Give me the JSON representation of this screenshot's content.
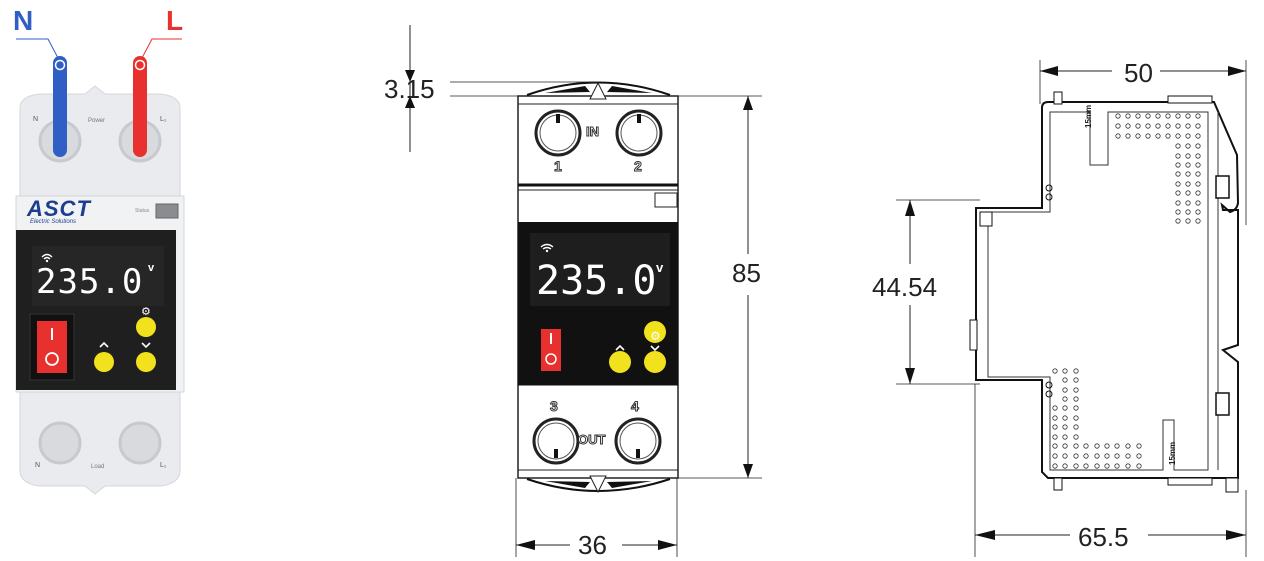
{
  "product_photo": {
    "wire_labels": {
      "neutral": "N",
      "live": "L"
    },
    "colors": {
      "neutral_wire": "#2f5fc4",
      "live_wire": "#e8312e",
      "body": "#eceef0",
      "panel": "#1f1f1f",
      "switch": "#e8312e",
      "button": "#f2e21e",
      "brand": "#1d3d8f"
    },
    "top_terminals": {
      "left": "N",
      "center": "Power",
      "right": "L₁"
    },
    "brand": {
      "name": "ASCT",
      "tagline": "Electric Solutions"
    },
    "status_label": "Status",
    "display": {
      "value": "235.0",
      "unit": "V",
      "wifi_icon": "wifi-icon"
    },
    "switch_labels": {
      "on": "I",
      "off": "O"
    },
    "buttons": {
      "settings": "⚙",
      "up": "^",
      "down": "v"
    },
    "bottom_terminals": {
      "left": "N",
      "center": "Load",
      "right": "L₁"
    }
  },
  "front_drawing": {
    "top_label": "IN",
    "terminal_numbers_top": [
      "1",
      "2"
    ],
    "bottom_label": "OUT",
    "terminal_numbers_bottom": [
      "3",
      "4"
    ],
    "display": {
      "value": "235.0",
      "unit": "V"
    },
    "dimensions": {
      "clip_height": "3.15",
      "height": "85",
      "width": "36"
    }
  },
  "side_drawing": {
    "clip_label": "15mm",
    "dimensions": {
      "depth_top": "50",
      "depth_total": "65.5",
      "front_height": "44.54"
    }
  }
}
